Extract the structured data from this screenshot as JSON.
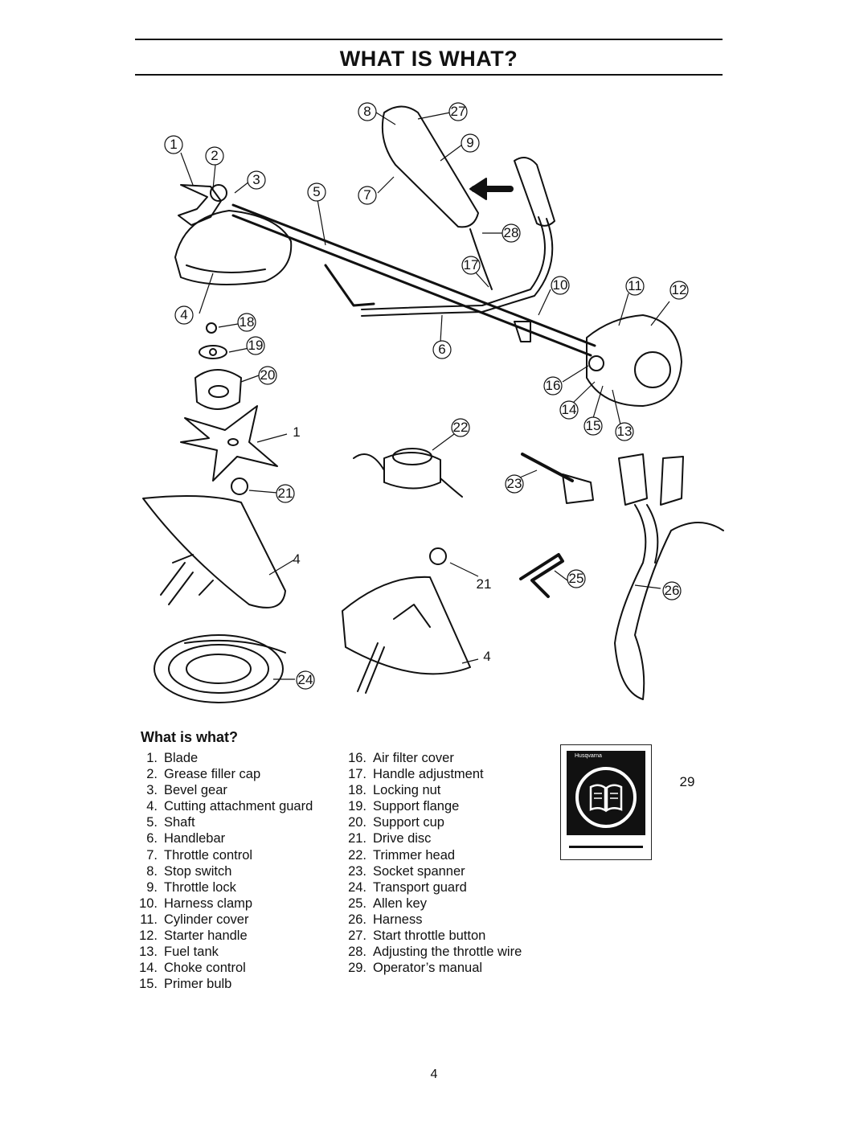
{
  "page": {
    "title": "WHAT IS WHAT?",
    "subheading": "What is what?",
    "page_number": "4"
  },
  "figure": {
    "callouts": [
      "1",
      "2",
      "3",
      "4",
      "5",
      "6",
      "7",
      "8",
      "9",
      "10",
      "11",
      "12",
      "13",
      "14",
      "15",
      "16",
      "17",
      "18",
      "19",
      "20",
      "21",
      "22",
      "23",
      "24",
      "25",
      "26",
      "27",
      "28",
      "29"
    ],
    "manual_brand": "Husqvarna"
  },
  "legend": {
    "left": [
      {
        "num": "1.",
        "label": "Blade"
      },
      {
        "num": "2.",
        "label": "Grease filler cap"
      },
      {
        "num": "3.",
        "label": "Bevel gear"
      },
      {
        "num": "4.",
        "label": "Cutting attachment guard"
      },
      {
        "num": "5.",
        "label": "Shaft"
      },
      {
        "num": "6.",
        "label": "Handlebar"
      },
      {
        "num": "7.",
        "label": "Throttle control"
      },
      {
        "num": "8.",
        "label": "Stop switch"
      },
      {
        "num": "9.",
        "label": "Throttle lock"
      },
      {
        "num": "10.",
        "label": "Harness clamp"
      },
      {
        "num": "11.",
        "label": "Cylinder cover"
      },
      {
        "num": "12.",
        "label": "Starter handle"
      },
      {
        "num": "13.",
        "label": "Fuel tank"
      },
      {
        "num": "14.",
        "label": "Choke control"
      },
      {
        "num": "15.",
        "label": "Primer bulb"
      }
    ],
    "right": [
      {
        "num": "16.",
        "label": "Air filter cover"
      },
      {
        "num": "17.",
        "label": "Handle adjustment"
      },
      {
        "num": "18.",
        "label": "Locking nut"
      },
      {
        "num": "19.",
        "label": "Support flange"
      },
      {
        "num": "20.",
        "label": "Support cup"
      },
      {
        "num": "21.",
        "label": "Drive disc"
      },
      {
        "num": "22.",
        "label": "Trimmer head"
      },
      {
        "num": "23.",
        "label": "Socket spanner"
      },
      {
        "num": "24.",
        "label": "Transport guard"
      },
      {
        "num": "25.",
        "label": "Allen key"
      },
      {
        "num": "26.",
        "label": "Harness"
      },
      {
        "num": "27.",
        "label": "Start throttle button"
      },
      {
        "num": "28.",
        "label": "Adjusting the throttle wire"
      },
      {
        "num": "29.",
        "label": "Operator’s manual"
      }
    ]
  }
}
